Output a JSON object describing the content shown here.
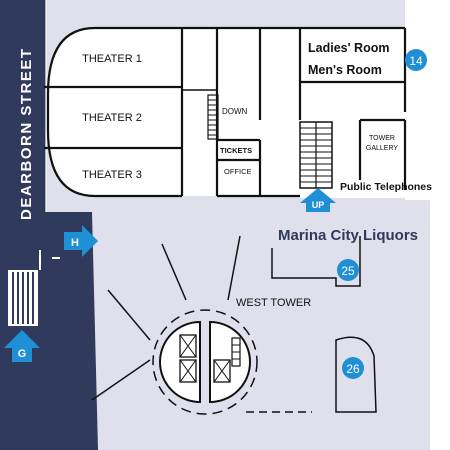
{
  "street": {
    "name": "DEARBORN STREET"
  },
  "theaters": [
    {
      "label": "THEATER 1"
    },
    {
      "label": "THEATER 2"
    },
    {
      "label": "THEATER 3"
    }
  ],
  "rooms": {
    "down": "DOWN",
    "tickets": "TICKETS",
    "office": "OFFICE",
    "ladies_room": "Ladies' Room",
    "mens_room": "Men's Room",
    "tower_gallery_line1": "TOWER",
    "tower_gallery_line2": "GALLERY",
    "public_telephones": "Public Telephones",
    "liquor_store": "Marina City Liquors",
    "west_tower": "WEST TOWER"
  },
  "signs": {
    "up": "UP",
    "h": "H",
    "g": "G"
  },
  "markers": [
    {
      "number": "14"
    },
    {
      "number": "25"
    },
    {
      "number": "26"
    }
  ],
  "colors": {
    "background": "#dfe0ec",
    "street": "#2f3a5c",
    "building": "#ffffff",
    "marker": "#1f8fd6",
    "text": "#111111"
  }
}
